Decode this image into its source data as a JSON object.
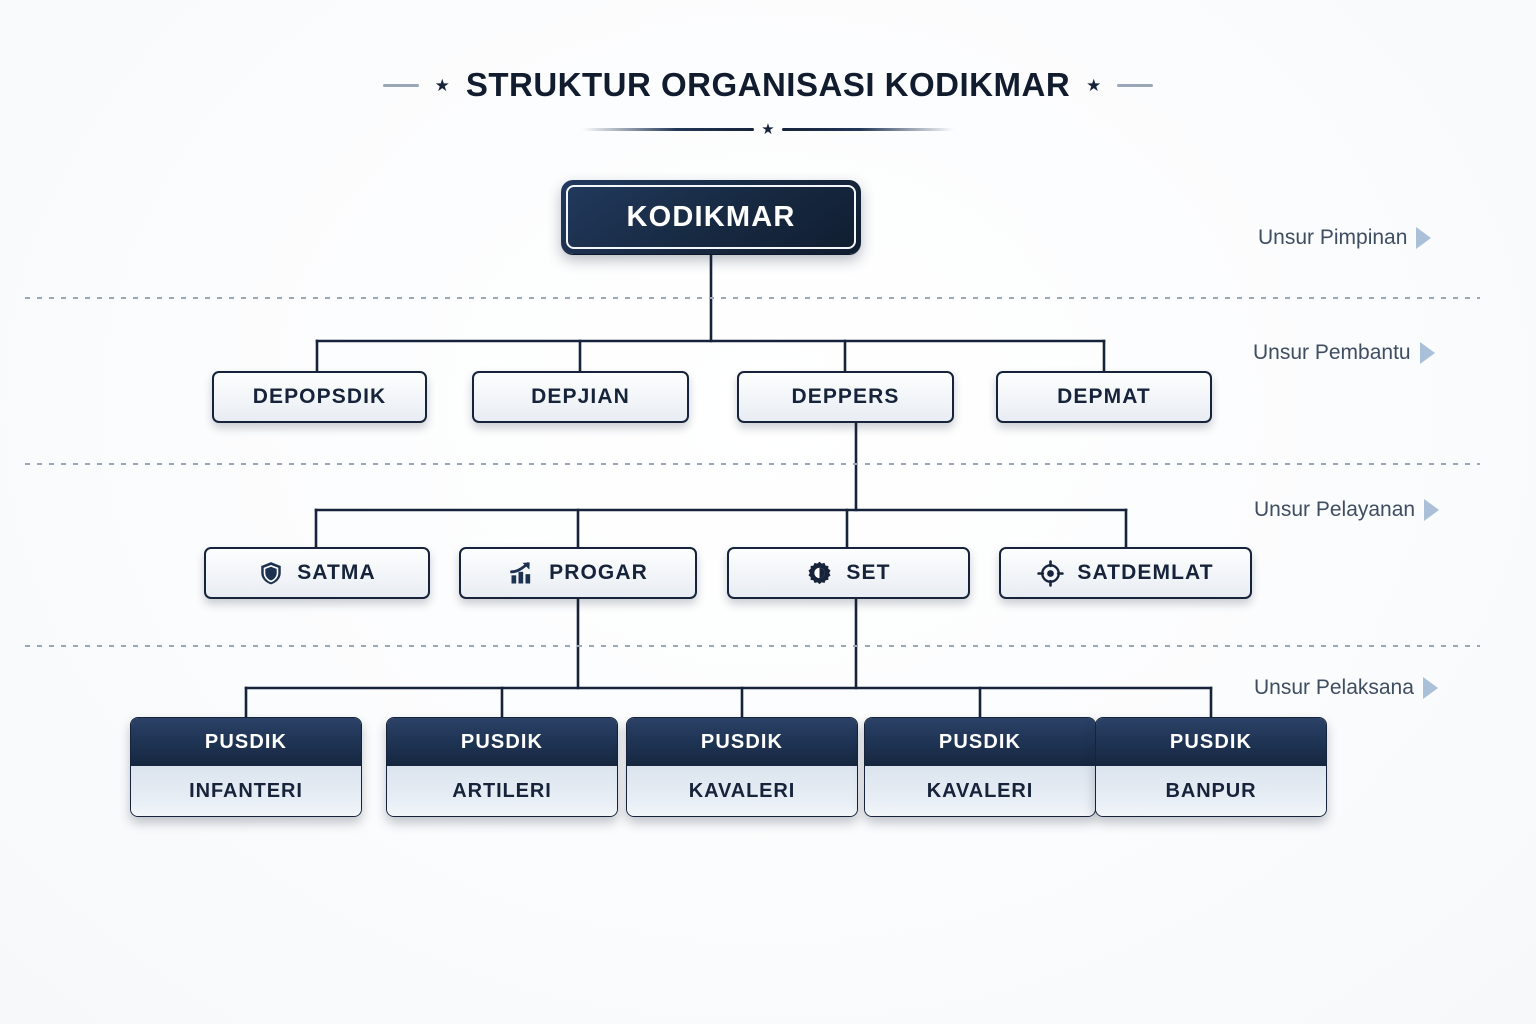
{
  "header": {
    "title": "STRUKTUR ORGANISASI KODIKMAR",
    "left_star": "★",
    "right_star": "★",
    "divider_star": "★"
  },
  "colors": {
    "navy": "#16233a",
    "navy_mid": "#1d3150",
    "box_light": "#f2f5f8",
    "pusdik_body": "#dbe4ee",
    "arrow": "#a9c0d8",
    "label_text": "#3f4d61",
    "dashed": "#9aa7b8"
  },
  "bands": [
    {
      "label": "Unsur Pimpinan",
      "arrow_icon": "triangle-right-icon"
    },
    {
      "label": "Unsur Pembantu",
      "arrow_icon": "triangle-right-icon"
    },
    {
      "label": "Unsur Pelayanan",
      "arrow_icon": "triangle-right-icon"
    },
    {
      "label": "Unsur Pelaksana",
      "arrow_icon": "triangle-right-icon"
    }
  ],
  "root": {
    "label": "KODIKMAR"
  },
  "level2": [
    {
      "label": "DEPOPSDIK"
    },
    {
      "label": "DEPJIAN"
    },
    {
      "label": "DEPPERS"
    },
    {
      "label": "DEPMAT"
    }
  ],
  "level3": [
    {
      "label": "SATMA",
      "icon": "shield-icon"
    },
    {
      "label": "PROGAR",
      "icon": "bar-chart-arrow-icon"
    },
    {
      "label": "SET",
      "icon": "gear-icon"
    },
    {
      "label": "SATDEMLAT",
      "icon": "crosshair-target-icon"
    }
  ],
  "level4": [
    {
      "head": "PUSDIK",
      "body": "INFANTERI"
    },
    {
      "head": "PUSDIK",
      "body": "ARTILERI"
    },
    {
      "head": "PUSDIK",
      "body": "KAVALERI"
    },
    {
      "head": "PUSDIK",
      "body": "KAVALERI"
    },
    {
      "head": "PUSDIK",
      "body": "BANPUR"
    }
  ]
}
